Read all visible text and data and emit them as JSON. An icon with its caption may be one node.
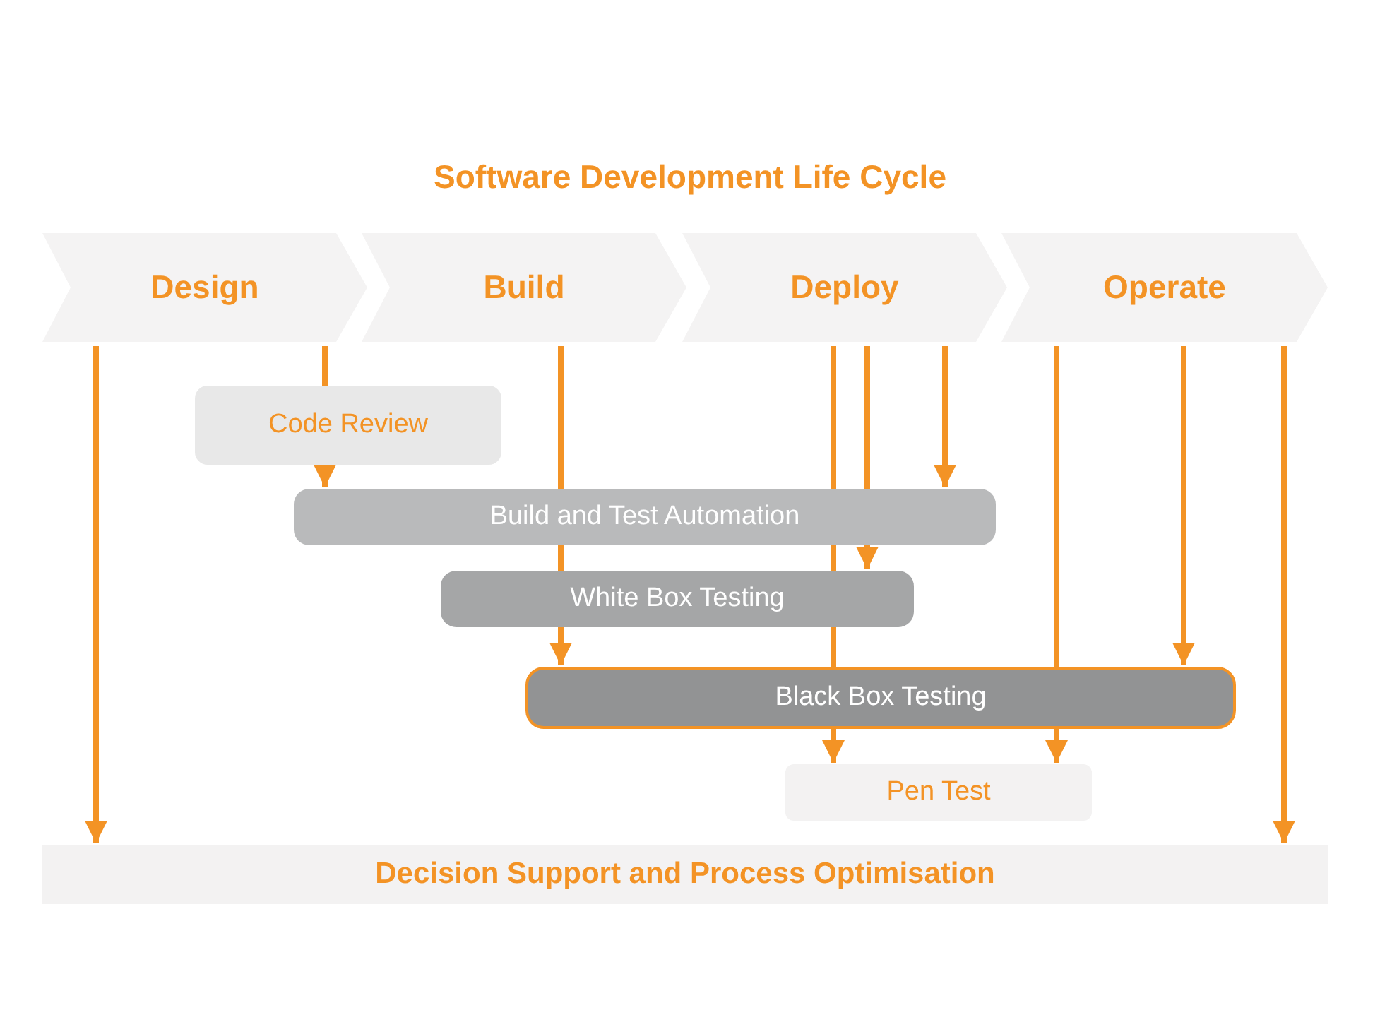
{
  "diagram": {
    "title": "Software Development Life Cycle",
    "nodes": [
      {
        "text": [
          "Design"
        ]
      },
      {
        "text": [
          "Build"
        ]
      },
      {
        "text": [
          "Deploy"
        ]
      },
      {
        "text": [
          "Operate"
        ]
      },
      {
        "text": [
          "Code Review"
        ]
      },
      {
        "text": [
          "Build and Test Automation"
        ]
      },
      {
        "text": [
          "White Box Testing"
        ]
      },
      {
        "text": [
          "Black Box Testing"
        ]
      },
      {
        "text": [
          "Pen Test"
        ]
      },
      {
        "text": [
          "Decision Support and Process Optimisation"
        ]
      }
    ],
    "edges": [
      {
        "from": 0,
        "to": 9,
        "arrow": "to"
      },
      {
        "from": 0,
        "to": 4,
        "arrow": "none"
      },
      {
        "from": 4,
        "to": 5,
        "arrow": "to"
      },
      {
        "from": 1,
        "to": 5,
        "arrow": "none"
      },
      {
        "from": 5,
        "to": 6,
        "arrow": "none"
      },
      {
        "from": 6,
        "to": 7,
        "arrow": "to"
      },
      {
        "from": 2,
        "to": 5,
        "arrow": "none"
      },
      {
        "from": 5,
        "to": 6,
        "arrow": "none"
      },
      {
        "from": 6,
        "to": 7,
        "arrow": "none"
      },
      {
        "from": 7,
        "to": 8,
        "arrow": "to"
      },
      {
        "from": 2,
        "to": 5,
        "arrow": "none"
      },
      {
        "from": 5,
        "to": 6,
        "arrow": "to"
      },
      {
        "from": 2,
        "to": 5,
        "arrow": "to"
      },
      {
        "from": 3,
        "to": 7,
        "arrow": "none"
      },
      {
        "from": 7,
        "to": 8,
        "arrow": "to"
      },
      {
        "from": 3,
        "to": 7,
        "arrow": "to"
      },
      {
        "from": 3,
        "to": 9,
        "arrow": "to"
      }
    ]
  }
}
